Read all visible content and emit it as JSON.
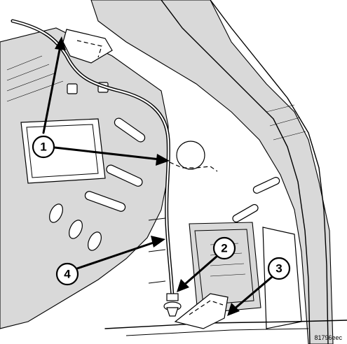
{
  "diagram": {
    "callouts": [
      {
        "id": "callout-1",
        "label": "1"
      },
      {
        "id": "callout-2",
        "label": "2"
      },
      {
        "id": "callout-3",
        "label": "3"
      },
      {
        "id": "callout-4",
        "label": "4"
      }
    ],
    "figure_code": "81796eec"
  }
}
